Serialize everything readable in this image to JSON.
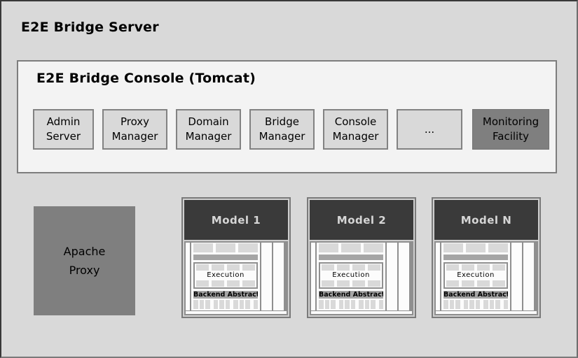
{
  "server": {
    "title": "E2E Bridge Server"
  },
  "console": {
    "title": "E2E Bridge Console (Tomcat)",
    "buttons": [
      {
        "label": "Admin\nServer"
      },
      {
        "label": "Proxy\nManager"
      },
      {
        "label": "Domain\nManager"
      },
      {
        "label": "Bridge\nManager"
      },
      {
        "label": "Console\nManager"
      },
      {
        "label": "..."
      },
      {
        "label": "Monitoring\nFacility"
      }
    ]
  },
  "apache": {
    "label": "Apache\nProxy"
  },
  "models": {
    "items": [
      {
        "title": "Model 1"
      },
      {
        "title": "Model 2"
      },
      {
        "title": "Model N"
      }
    ],
    "execution_label": "Execution",
    "backend_label": "Backend Abstraction"
  },
  "colors": {
    "page_bg": "#d9d9d9",
    "console_bg": "#f3f3f3",
    "button_bg": "#d9d9d9",
    "dark_panel": "#7f7f7f",
    "model_header_bg": "#3a3a3a",
    "model_header_text": "#d6d6d6",
    "border_gray": "#7d7d7d",
    "inner_gray": "#a5a5a5"
  }
}
